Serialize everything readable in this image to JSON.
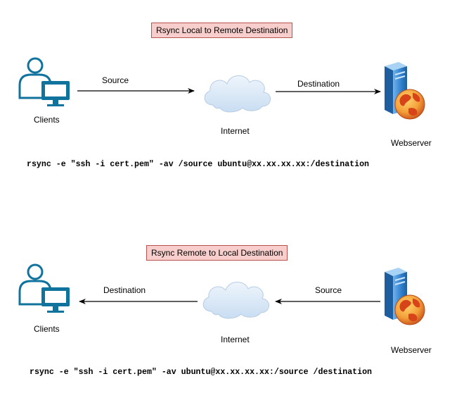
{
  "panels": [
    {
      "title": "Rsync Local to Remote Destination",
      "client_label": "Clients",
      "internet_label": "Internet",
      "server_label": "Webserver",
      "left_edge_label": "Source",
      "right_edge_label": "Destination",
      "command": "rsync -e \"ssh -i cert.pem\" -av /source ubuntu@xx.xx.xx.xx:/destination",
      "flow": "left-to-right"
    },
    {
      "title": "Rsync Remote to Local Destination",
      "client_label": "Clients",
      "internet_label": "Internet",
      "server_label": "Webserver",
      "left_edge_label": "Destination",
      "right_edge_label": "Source",
      "command": "rsync -e \"ssh -i cert.pem\" -av ubuntu@xx.xx.xx.xx:/source /destination",
      "flow": "right-to-left"
    }
  ],
  "colors": {
    "title_fill": "#f8cecc",
    "title_border": "#b85450",
    "client_icon": "#10739e",
    "cloud": "#dbe9f7",
    "server_body": "#3b8fd6",
    "globe_ocean": "#f2931e",
    "globe_land": "#e8571c"
  },
  "icons": [
    "user-computer-icon",
    "cloud-icon",
    "server-globe-icon"
  ]
}
